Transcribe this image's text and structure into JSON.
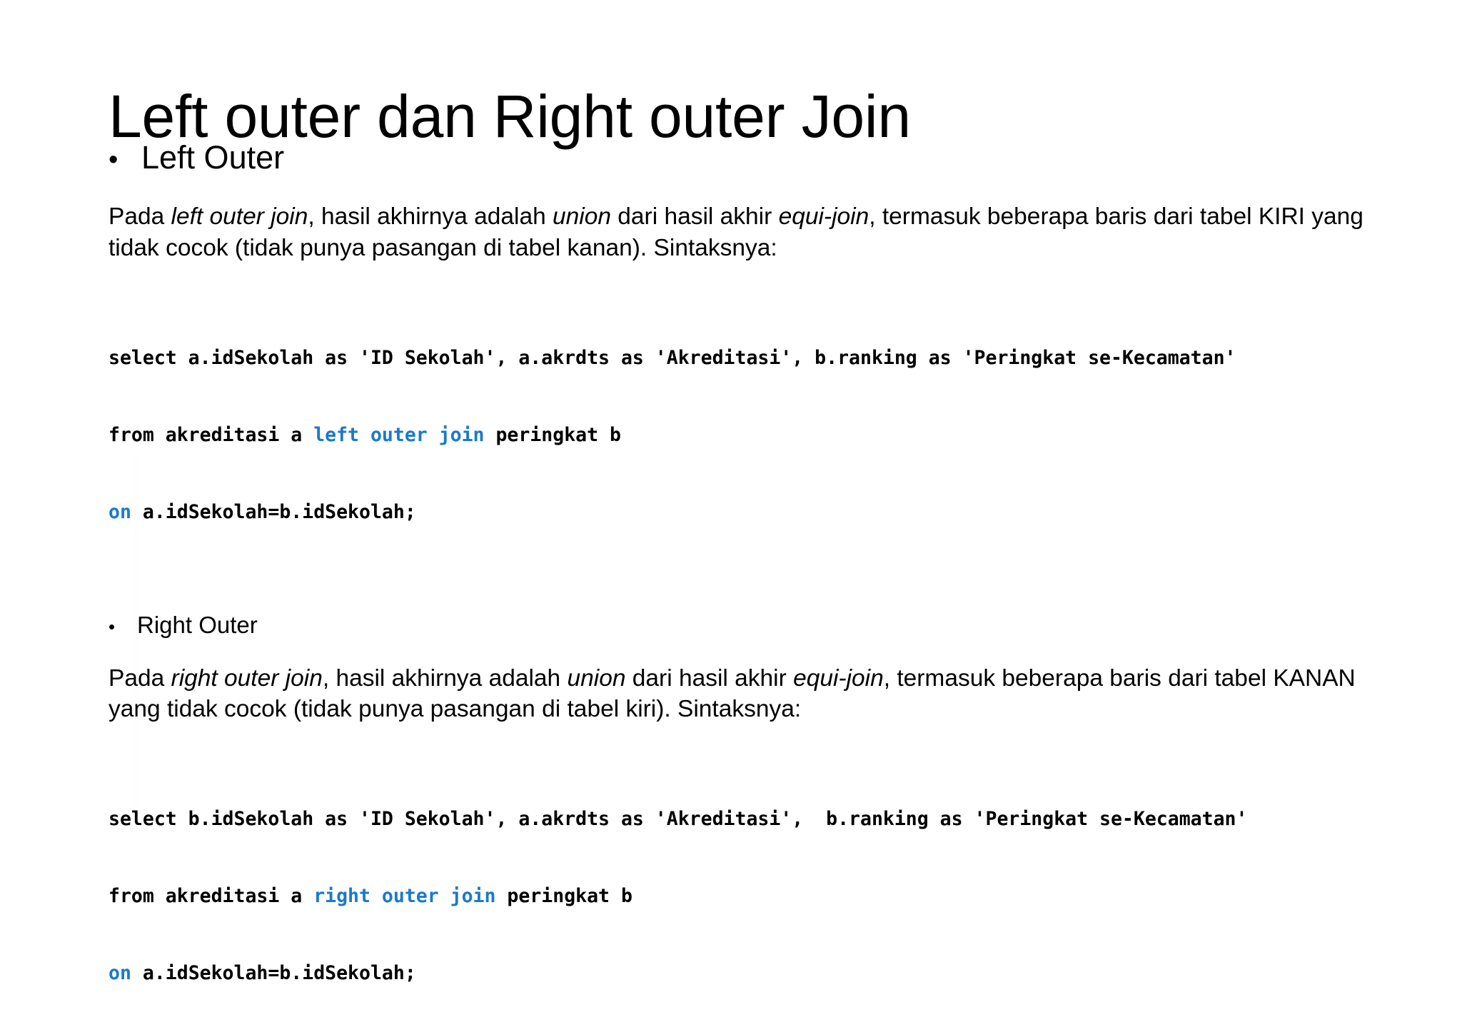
{
  "slide": {
    "title": "Left outer dan Right outer Join",
    "background_color": "#ffffff",
    "text_color": "#000000",
    "keyword_color": "#1B7AC9",
    "bullet_glyph": "•"
  },
  "sections": [
    {
      "heading": "Left Outer",
      "paragraph": {
        "run_1": "Pada ",
        "run_2_italic": "left outer join",
        "run_3": ", hasil akhirnya adalah ",
        "run_4_italic": "union",
        "run_5": " dari hasil akhir ",
        "run_6_italic": "equi-join",
        "run_7": ", termasuk beberapa baris dari tabel KIRI yang tidak cocok (tidak punya pasangan di tabel kanan). Sintaksnya:"
      },
      "code": {
        "line1": "select a.idSekolah as 'ID Sekolah', a.akrdts as 'Akreditasi', b.ranking as 'Peringkat se-Kecamatan'",
        "line2_pre": "from akreditasi a ",
        "line2_kw": "left outer join",
        "line2_post": " peringkat b",
        "line3_kw": "on",
        "line3_post": " a.idSekolah=b.idSekolah;"
      }
    },
    {
      "heading": "Right Outer",
      "paragraph": {
        "run_1": "Pada ",
        "run_2_italic": "right outer join",
        "run_3": ", hasil akhirnya adalah ",
        "run_4_italic": "union",
        "run_5": " dari hasil akhir ",
        "run_6_italic": "equi-join",
        "run_7": ", termasuk beberapa baris dari tabel KANAN yang tidak cocok (tidak punya pasangan di tabel kiri). Sintaksnya:"
      },
      "code": {
        "line1": "select b.idSekolah as 'ID Sekolah', a.akrdts as 'Akreditasi',  b.ranking as 'Peringkat se-Kecamatan'",
        "line2_pre": "from akreditasi a ",
        "line2_kw": "right outer join",
        "line2_post": " peringkat b",
        "line3_kw": "on",
        "line3_post": " a.idSekolah=b.idSekolah;"
      }
    }
  ]
}
